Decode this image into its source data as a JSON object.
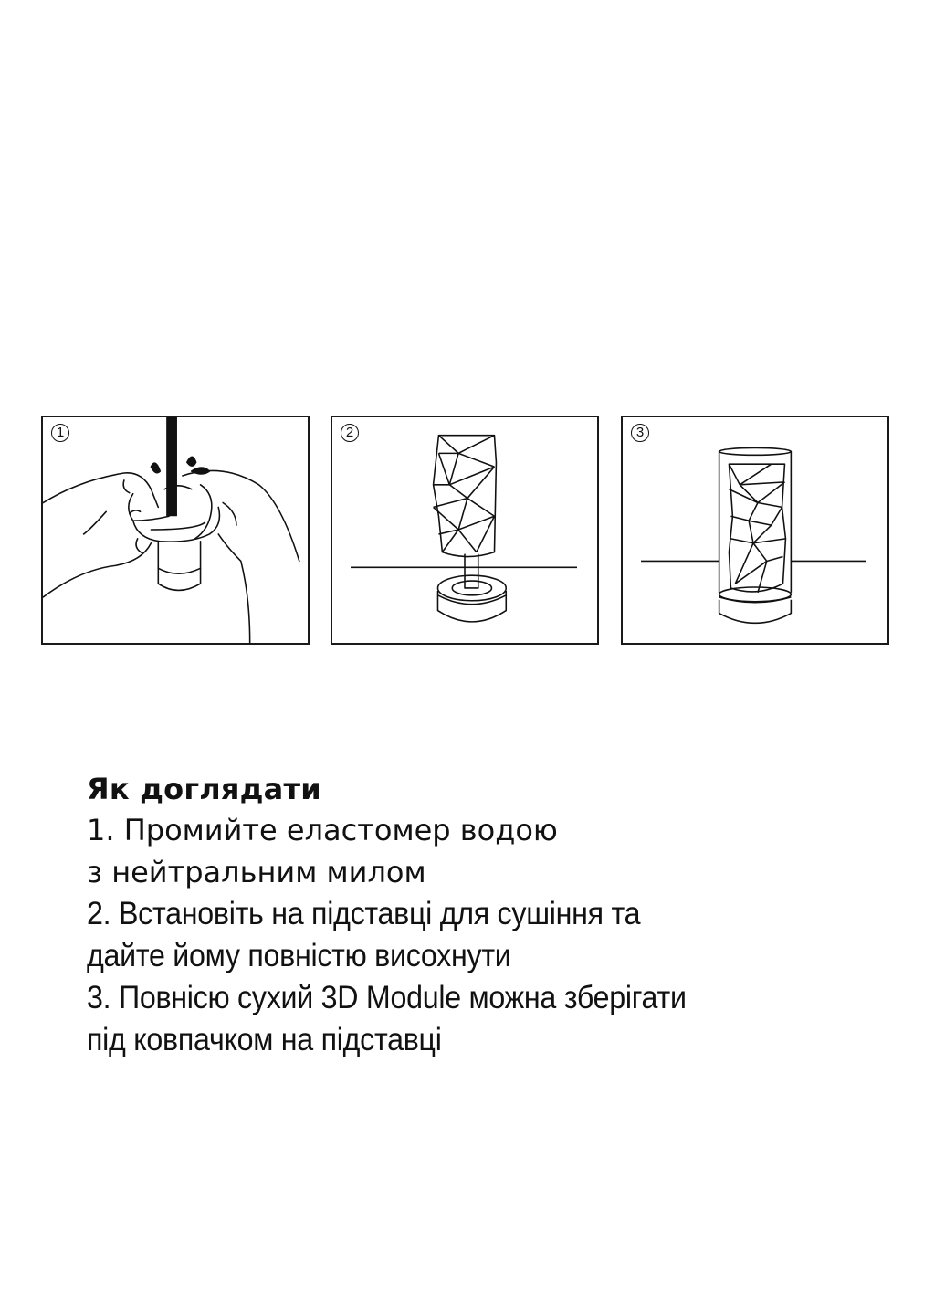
{
  "illustrations": [
    {
      "step": "1",
      "description": "Hands rinsing the elastomer sleeve under running water"
    },
    {
      "step": "2",
      "description": "3D Module sleeve placed on the drying stand"
    },
    {
      "step": "3",
      "description": "Dry 3D Module stored under the cap on the stand"
    }
  ],
  "care": {
    "title": "Як доглядати",
    "lines": [
      "1. Промийте еластомер водою",
      "з нейтральним милом",
      "2. Встановіть на підставці для сушіння та",
      "дайте йому повністю висохнути",
      "3. Повнісю сухий 3D Module можна зберігати",
      "під ковпачком на підставці"
    ]
  }
}
